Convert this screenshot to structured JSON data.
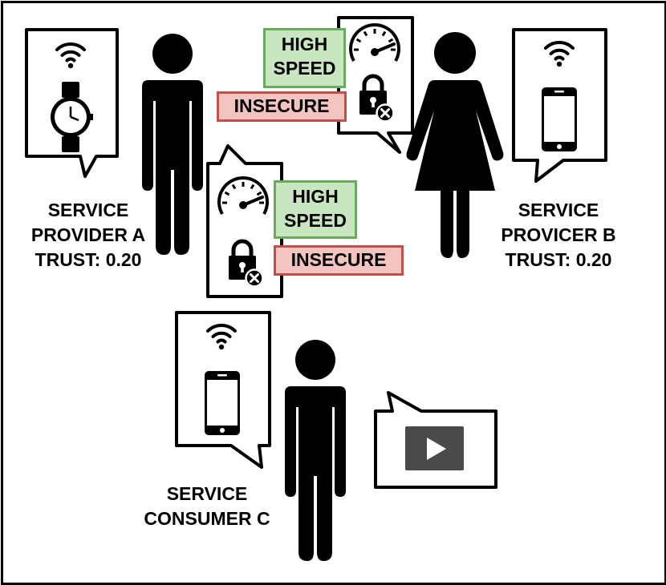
{
  "colors": {
    "high_speed_bg": "#c8e6c0",
    "high_speed_border": "#6aaa5e",
    "insecure_bg": "#f4c4c0",
    "insecure_border": "#c0504d",
    "video_bg": "#4a4a4a"
  },
  "providers": {
    "a": {
      "line1": "SERVICE",
      "line2": "PROVIDER A",
      "trust": "TRUST: 0.20",
      "device_icon": "watch-icon"
    },
    "b": {
      "line1": "SERVICE",
      "line2": "PROVICER B",
      "trust": "TRUST: 0.20",
      "device_icon": "smartphone-icon"
    }
  },
  "consumer": {
    "line1": "SERVICE",
    "line2": "CONSUMER C",
    "device_icon": "smartphone-icon",
    "request_icon": "video-play-icon"
  },
  "tags": {
    "high_speed": "HIGH SPEED",
    "insecure": "INSECURE"
  },
  "icons": [
    "wifi-icon",
    "speedometer-icon",
    "lock-icon",
    "person-icon",
    "woman-icon"
  ]
}
